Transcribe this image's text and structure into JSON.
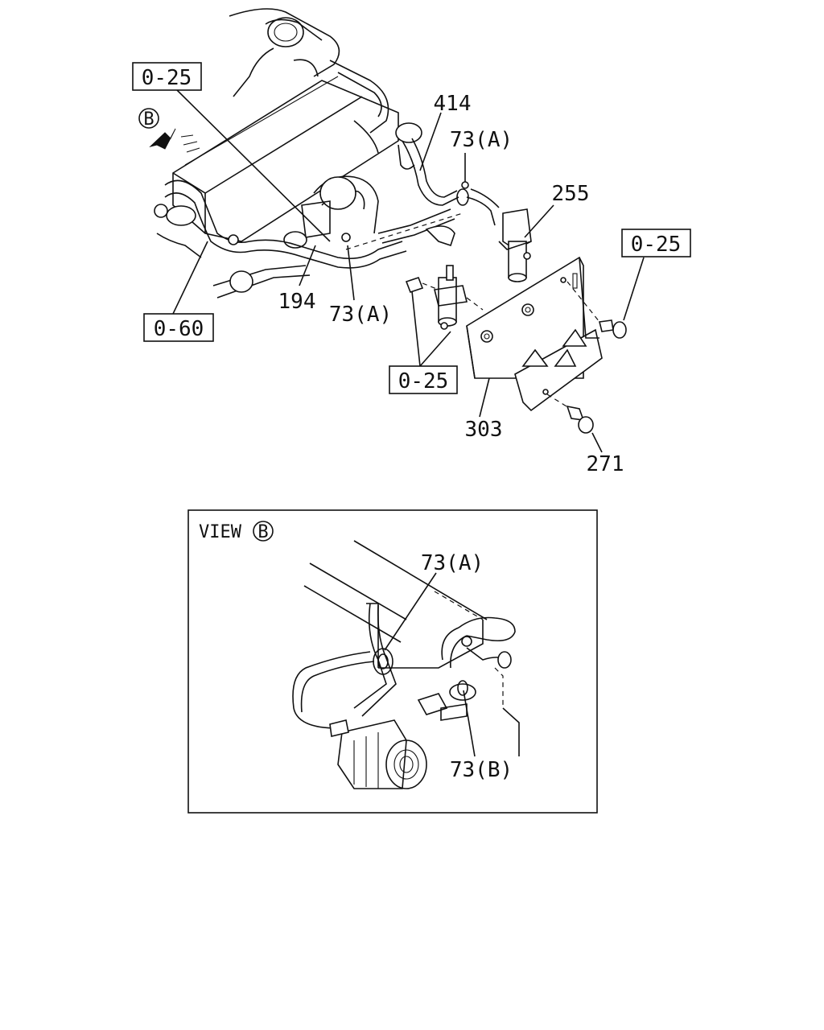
{
  "callouts": {
    "ref_top_left": "0-25",
    "ref_bottom_left": "0-60",
    "ref_right": "0-25",
    "ref_center": "0-25",
    "part_414": "414",
    "part_73a_top": "73(A)",
    "part_255": "255",
    "part_194": "194",
    "part_73a_mid": "73(A)",
    "part_303": "303",
    "part_271": "271"
  },
  "view_marker": "B",
  "inset": {
    "title_prefix": "VIEW",
    "title_marker": "B",
    "part_73a": "73(A)",
    "part_73b": "73(B)"
  }
}
